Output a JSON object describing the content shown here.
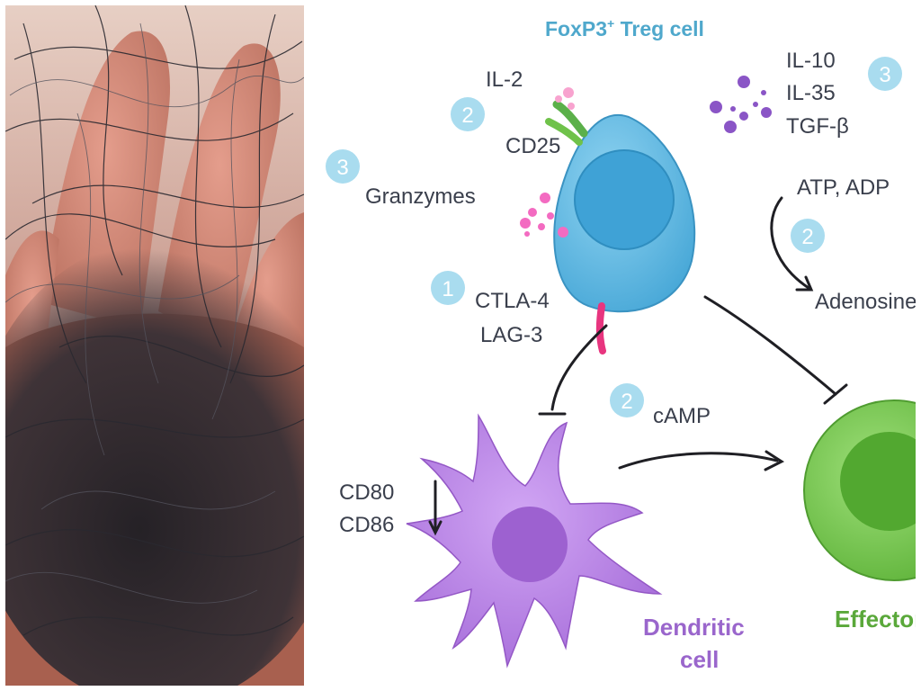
{
  "diagram": {
    "title": "FoxP3",
    "title_sup": "+",
    "title_rest": " Treg cell",
    "labels": {
      "il2": "IL-2",
      "cd25": "CD25",
      "granzymes": "Granzymes",
      "il10": "IL-10",
      "il35": "IL-35",
      "tgfb": "TGF-β",
      "atp_adp": "ATP, ADP",
      "adenosine": "Adenosine",
      "ctla4": "CTLA-4",
      "lag3": "LAG-3",
      "camp": "cAMP",
      "cd80": "CD80",
      "cd86": "CD86",
      "dendritic_line1": "Dendritic",
      "dendritic_line2": "cell",
      "effector": "Effector"
    },
    "badges": {
      "il2": "2",
      "granzymes": "3",
      "cytokines": "3",
      "adenosine": "2",
      "ctla4": "1",
      "camp": "2"
    },
    "colors": {
      "title": "#4fa8cc",
      "text": "#3a3f4c",
      "badge_fill": "#a9dcef",
      "badge_text": "#ffffff",
      "treg": "#5bb8e2",
      "dendritic": "#b17ee0",
      "dendritic_label": "#9a66cc",
      "effector": "#6fc24a",
      "effector_label": "#5aa83a",
      "granzyme_dots": "#f36bc1",
      "cytokine_dots": "#8a55c6",
      "cd25": "#5bb04a",
      "ctla4_receptor": "#e8357f"
    }
  }
}
